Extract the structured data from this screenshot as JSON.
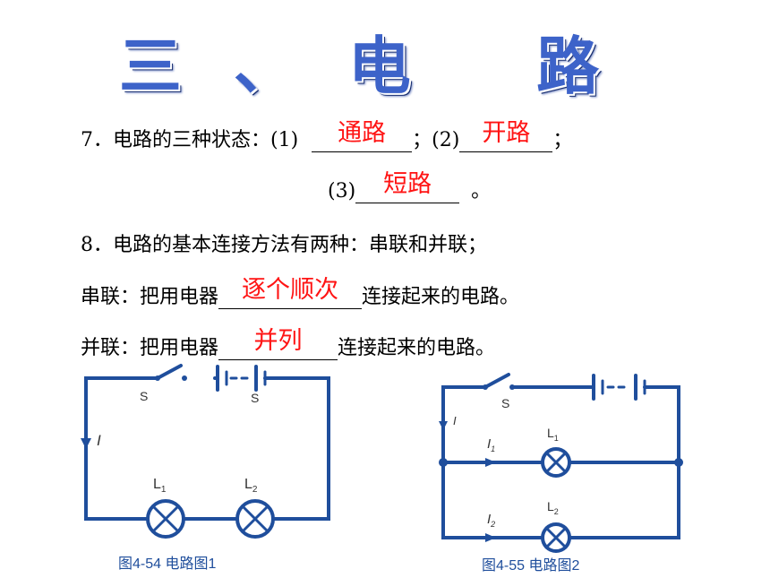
{
  "title": "三、电 路",
  "q7": {
    "prefix": "7．电路的三种状态：(1)",
    "sep1": "；(2)",
    "sep2": "；",
    "prefix3": "(3)",
    "end": "。",
    "answers": [
      "通路",
      "开路",
      "短路"
    ]
  },
  "q8": {
    "text": "8．电路的基本连接方法有两种：串联和并联；",
    "series_prefix": "串联：把用电器",
    "series_answer": "逐个顺次",
    "series_suffix": "连接起来的电路。",
    "parallel_prefix": "并联：把用电器",
    "parallel_answer": "并列",
    "parallel_suffix": "连接起来的电路。"
  },
  "diagram1": {
    "switch_label": "S",
    "battery_label": "S",
    "current_label": "I",
    "lamp1": "L",
    "lamp1_sub": "1",
    "lamp2": "L",
    "lamp2_sub": "2",
    "caption": "图4-54  电路图1"
  },
  "diagram2": {
    "switch_label": "S",
    "current_label": "I",
    "current1_label": "I",
    "current1_sub": "1",
    "current2_label": "I",
    "current2_sub": "2",
    "lamp1": "L",
    "lamp1_sub": "1",
    "lamp2": "L",
    "lamp2_sub": "2",
    "caption": "图4-55  电路图2"
  },
  "colors": {
    "wire": "#1f4e9c",
    "answer": "#ff1414",
    "title": "#3d63c9"
  }
}
